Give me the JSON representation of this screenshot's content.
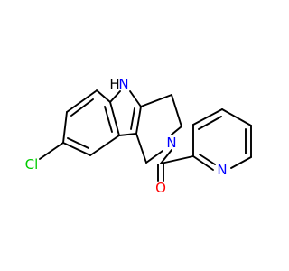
{
  "molecule": {
    "atom_colors": {
      "C": "#000000",
      "N": "#0000ff",
      "O": "#ff0000",
      "Cl": "#00cc00"
    },
    "labels": {
      "indole_n": "N",
      "indole_h": "H",
      "piperidine_n": "N",
      "pyridine_n": "N",
      "carbonyl_o": "O",
      "chlorine": "Cl"
    }
  }
}
